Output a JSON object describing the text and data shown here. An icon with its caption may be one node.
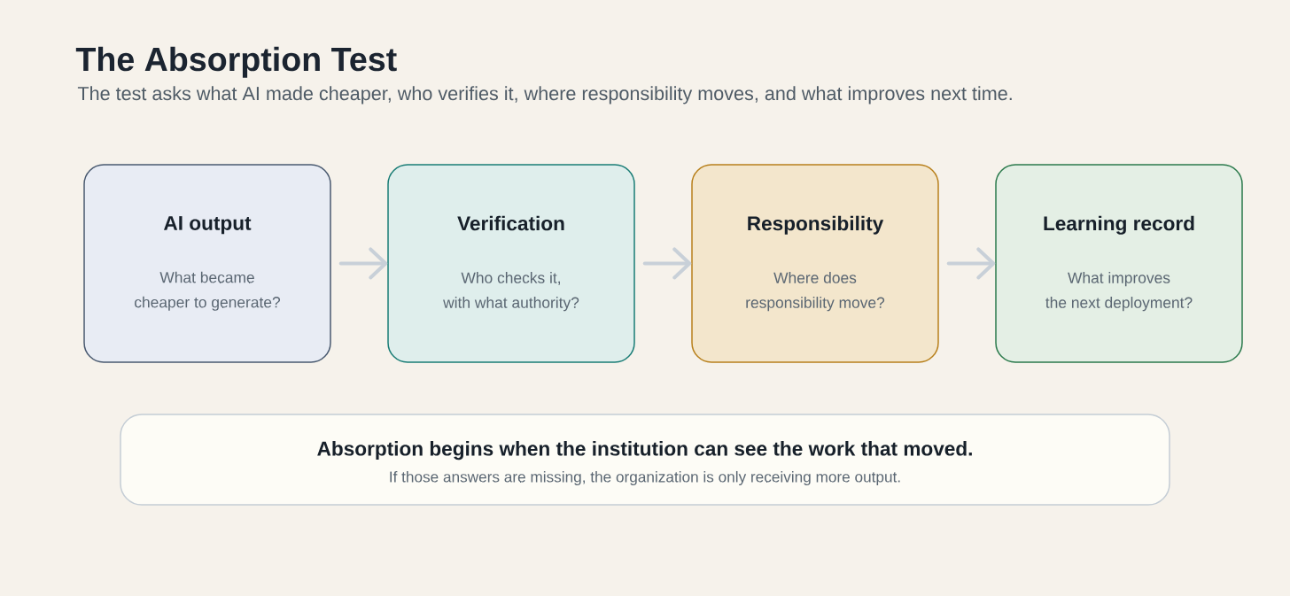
{
  "diagram": {
    "title": "The Absorption Test",
    "nodes": [
      {
        "text": [
          "AI output",
          "What became cheaper to generate?"
        ]
      },
      {
        "text": [
          "Verification",
          "Who checks it, with what authority?"
        ]
      },
      {
        "text": [
          "Responsibility",
          "Where does responsibility move?"
        ]
      },
      {
        "text": [
          "Learning record",
          "What improves the next deployment?"
        ]
      },
      {
        "text": [
          "Absorption begins when the institution can see the work that moved.",
          "If those answers are missing, the organization is only receiving more output."
        ]
      }
    ],
    "edges": [
      {
        "from": 0,
        "to": 1,
        "arrow": "to"
      },
      {
        "from": 1,
        "to": 2,
        "arrow": "to"
      },
      {
        "from": 2,
        "to": 3,
        "arrow": "to"
      }
    ],
    "labels": [
      "The test asks what AI made cheaper, who verifies it, where responsibility moves, and what improves next time."
    ]
  }
}
